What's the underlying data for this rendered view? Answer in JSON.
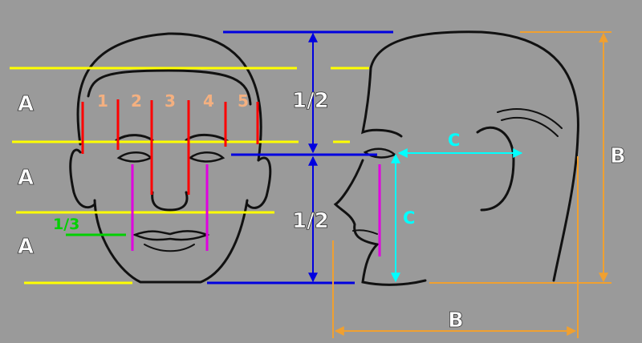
{
  "labels": {
    "a1": "A",
    "a2": "A",
    "a3": "A",
    "n1": "1",
    "n2": "2",
    "n3": "3",
    "n4": "4",
    "n5": "5",
    "half_top": "1/2",
    "half_bottom": "1/2",
    "third": "1/3",
    "c_horizontal": "C",
    "c_vertical": "C",
    "b_vertical": "B",
    "b_horizontal": "B"
  },
  "colors": {
    "background": "#9a9a9a",
    "yellow": "#ffff00",
    "blue": "#0000e0",
    "red": "#ff0000",
    "magenta": "#e000e0",
    "green": "#00d000",
    "cyan": "#00ffff",
    "orange": "#f0a030",
    "numbers": "#f4b080",
    "white": "#ffffff"
  }
}
